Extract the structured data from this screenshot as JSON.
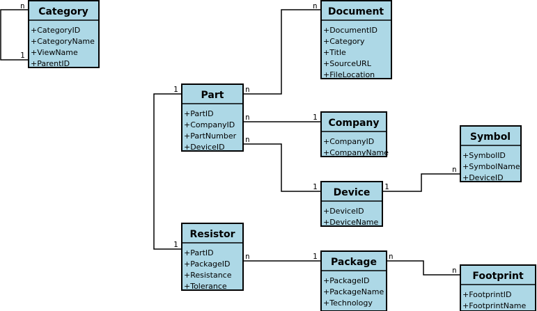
{
  "entities": {
    "category": {
      "name": "Category",
      "attributes": [
        "+CategoryID",
        "+CategoryName",
        "+ViewName",
        "+ParentID"
      ]
    },
    "document": {
      "name": "Document",
      "attributes": [
        "+DocumentID",
        "+Category",
        "+Title",
        "+SourceURL",
        "+FileLocation"
      ]
    },
    "part": {
      "name": "Part",
      "attributes": [
        "+PartID",
        "+CompanyID",
        "+PartNumber",
        "+DeviceID"
      ]
    },
    "company": {
      "name": "Company",
      "attributes": [
        "+CompanyID",
        "+CompanyName"
      ]
    },
    "symbol": {
      "name": "Symbol",
      "attributes": [
        "+SymbolID",
        "+SymbolName",
        "+DeviceID"
      ]
    },
    "device": {
      "name": "Device",
      "attributes": [
        "+DeviceID",
        "+DeviceName"
      ]
    },
    "resistor": {
      "name": "Resistor",
      "attributes": [
        "+PartID",
        "+PackageID",
        "+Resistance",
        "+Tolerance"
      ]
    },
    "package": {
      "name": "Package",
      "attributes": [
        "+PackageID",
        "+PackageName",
        "+Technology"
      ]
    },
    "footprint": {
      "name": "Footprint",
      "attributes": [
        "+FootprintID",
        "+FootprintName"
      ]
    }
  },
  "relationships": [
    {
      "from": "category",
      "to": "category",
      "from_mult": "n",
      "to_mult": "1"
    },
    {
      "from": "part",
      "to": "document",
      "from_mult": "n",
      "to_mult": "n"
    },
    {
      "from": "part",
      "to": "company",
      "from_mult": "n",
      "to_mult": "1"
    },
    {
      "from": "part",
      "to": "device",
      "from_mult": "n",
      "to_mult": "1"
    },
    {
      "from": "device",
      "to": "symbol",
      "from_mult": "1",
      "to_mult": "n"
    },
    {
      "from": "part",
      "to": "resistor",
      "from_mult": "1",
      "to_mult": "1"
    },
    {
      "from": "resistor",
      "to": "package",
      "from_mult": "n",
      "to_mult": "1"
    },
    {
      "from": "package",
      "to": "footprint",
      "from_mult": "n",
      "to_mult": "n"
    }
  ]
}
